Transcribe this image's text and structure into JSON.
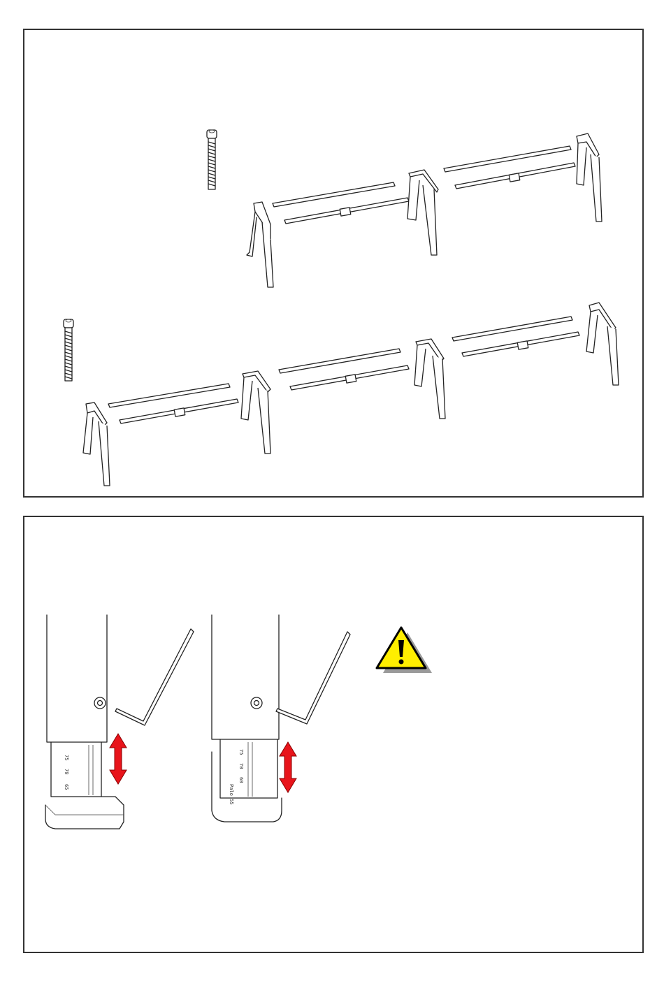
{
  "figure": {
    "panels": [
      {
        "id": "frame-overview",
        "content": "desk frame assembly overview"
      },
      {
        "id": "leg-adjustment",
        "content": "leg height adjustment with hex key"
      }
    ],
    "warning_icon": "warning-triangle-icon",
    "warning_colors": {
      "fill": "#ffee00",
      "border": "#000000",
      "shadow": "#9a9a9a"
    },
    "arrow_color": "#e8141b",
    "leg_scale_labels": [
      "75",
      "70",
      "65",
      "60",
      "Palo 55"
    ]
  }
}
